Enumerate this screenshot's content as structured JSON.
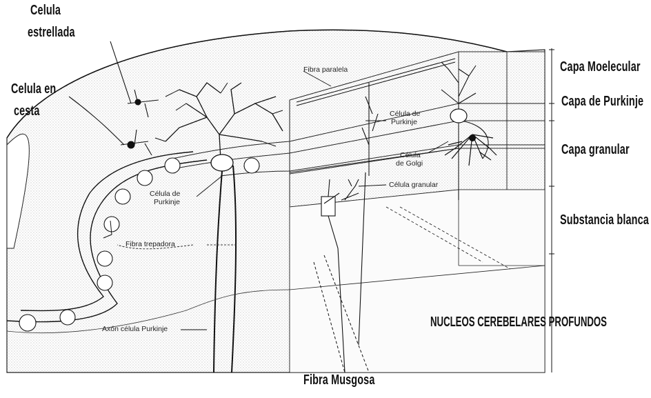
{
  "labels": {
    "celula_estrellada_1": "Celula",
    "celula_estrellada_2": "estrellada",
    "celula_en_cesta_1": "Celula en",
    "celula_en_cesta_2": "cesta",
    "fibra_paralela": "Fibra paralela",
    "celula_purkinje_right_1": "Célula de",
    "celula_purkinje_right_2": "Purkinje",
    "celula_golgi_1": "Célula",
    "celula_golgi_2": "de Golgi",
    "celula_granular": "Célula granular",
    "celula_purkinje_left_1": "Célula de",
    "celula_purkinje_left_2": "Purkinje",
    "fibra_trepadora": "Fibra trepadora",
    "axon_celula_purkinje": "Axón célula Purkinje",
    "capa_molecular": "Capa Moelecular",
    "capa_purkinje": "Capa de Purkinje",
    "capa_granular": "Capa granular",
    "substancia_blanca": "Substancia blanca",
    "nucleos": "NUCLEOS CEREBELARES PROFUNDOS",
    "fibra_musgosa": "Fibra Musgosa"
  },
  "colors": {
    "ink": "#111111",
    "paper": "#ffffff",
    "stipple": "#8a8a8a"
  }
}
